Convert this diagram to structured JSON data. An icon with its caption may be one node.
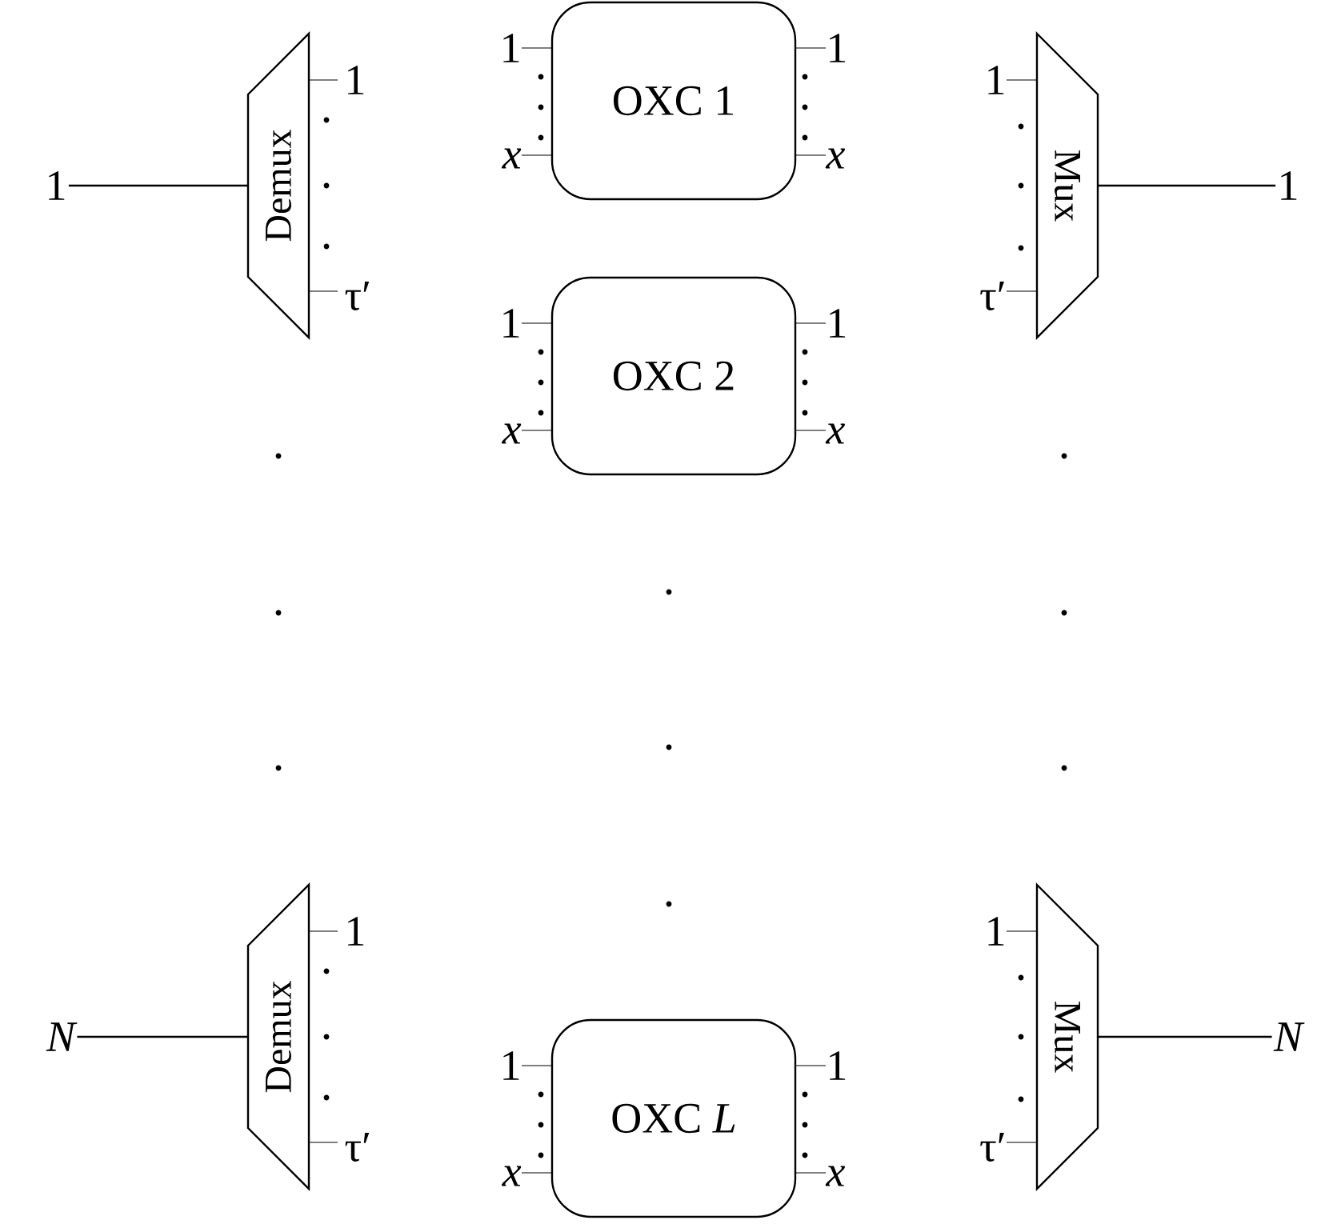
{
  "diagram": {
    "nodes": [
      {
        "text": [
          "1"
        ]
      },
      {
        "text": [
          "Demux"
        ],
        "beside": [
          "1",
          "τ′"
        ]
      },
      {
        "text": [
          "OXC 1"
        ],
        "beside": [
          "1",
          "x",
          "1",
          "x"
        ]
      },
      {
        "text": [
          "OXC 2"
        ],
        "beside": [
          "1",
          "x",
          "1",
          "x"
        ]
      },
      {
        "text": [
          "Mux"
        ],
        "beside": [
          "1",
          "τ′"
        ]
      },
      {
        "text": [
          "1"
        ]
      },
      {
        "text": [
          "N"
        ]
      },
      {
        "text": [
          "Demux"
        ],
        "beside": [
          "1",
          "τ′"
        ]
      },
      {
        "text": [
          "OXC *L*"
        ],
        "beside": [
          "1",
          "x",
          "1",
          "x"
        ]
      },
      {
        "text": [
          "Mux"
        ],
        "beside": [
          "1",
          "τ′"
        ]
      },
      {
        "text": [
          "N"
        ]
      }
    ],
    "edges": [
      {
        "from": 0,
        "to": 1,
        "arrow": "none"
      },
      {
        "from": 4,
        "to": 5,
        "arrow": "none"
      },
      {
        "from": 6,
        "to": 7,
        "arrow": "none"
      },
      {
        "from": 9,
        "to": 10,
        "arrow": "none"
      }
    ]
  }
}
